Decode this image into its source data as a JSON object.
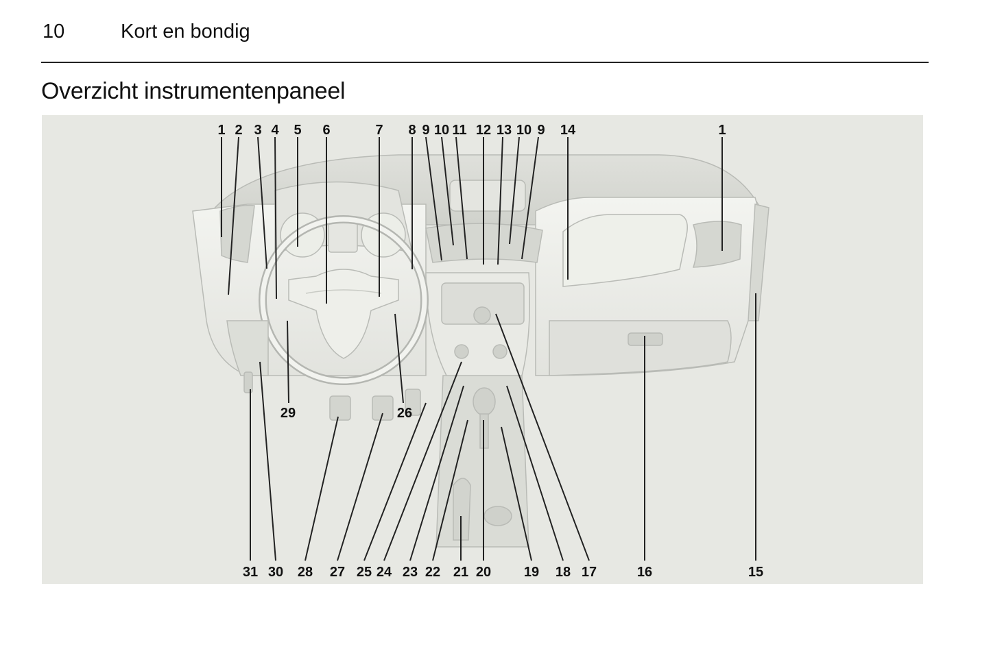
{
  "header": {
    "page_number": "10",
    "running_title": "Kort en bondig"
  },
  "section": {
    "title": "Overzicht instrumentenpaneel"
  },
  "figure": {
    "top_callouts": [
      "1",
      "2",
      "3",
      "4",
      "5",
      "6",
      "7",
      "8",
      "9",
      "10",
      "11",
      "12",
      "13",
      "10",
      "9",
      "14",
      "1"
    ],
    "bottom_callouts": [
      "31",
      "30",
      "28",
      "27",
      "25",
      "24",
      "23",
      "22",
      "21",
      "20",
      "19",
      "18",
      "17",
      "16",
      "15"
    ],
    "inner_callouts": [
      "29",
      "26"
    ]
  },
  "colors": {
    "figure_background": "#e7e8e3",
    "line_art": "#d2d4cf"
  }
}
